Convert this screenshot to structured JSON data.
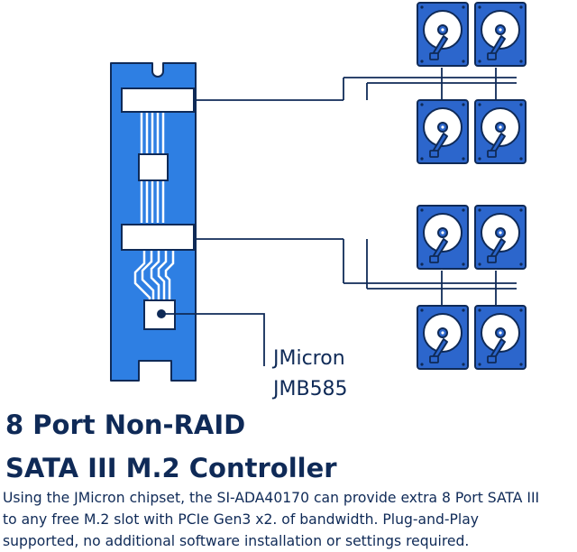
{
  "colors": {
    "board_blue": "#2e7fe3",
    "dark_navy": "#0f2a57",
    "drive_body": "#2c66cc",
    "white": "#ffffff"
  },
  "diagram": {
    "board": "m2-card",
    "controller": "chip-icon",
    "drive_count": 8
  },
  "callout": {
    "line1": "JMicron",
    "line2": "JMB585"
  },
  "title": {
    "line1": "8 Port Non-RAID",
    "line2": "SATA III M.2 Controller"
  },
  "description": {
    "line1": "Using the JMicron chipset, the SI-ADA40170 can provide extra 8 Port SATA III",
    "line2": "to any free M.2 slot with PCIe Gen3 x2. of bandwidth. Plug-and-Play",
    "line3": "supported, no additional software installation or settings required."
  }
}
